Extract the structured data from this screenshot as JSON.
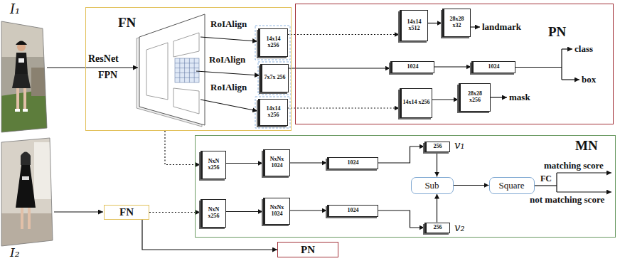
{
  "diagram": {
    "nodes": [
      {
        "text": [
          "FN"
        ]
      },
      {
        "text": [
          "14x14 x256"
        ],
        "in": 0
      },
      {
        "text": [
          "7x7x 256"
        ],
        "in": 0
      },
      {
        "text": [
          "14x14 x256"
        ],
        "in": 0
      },
      {
        "text": [
          "PN"
        ]
      },
      {
        "text": [
          "14x14 x512"
        ],
        "in": 4
      },
      {
        "text": [
          "28x28 x32"
        ],
        "in": 4
      },
      {
        "text": [
          "1024"
        ],
        "in": 4
      },
      {
        "text": [
          "1024"
        ],
        "in": 4
      },
      {
        "text": [
          "14x14 x256"
        ],
        "in": 4
      },
      {
        "text": [
          "28x28 x256"
        ],
        "in": 4
      },
      {
        "text": [
          "MN"
        ]
      },
      {
        "text": [
          "NxN x256"
        ],
        "in": 11
      },
      {
        "text": [
          "NxNx 1024"
        ],
        "in": 11
      },
      {
        "text": [
          "1024"
        ],
        "in": 11
      },
      {
        "text": [
          "256"
        ],
        "in": 11
      },
      {
        "text": [
          "Sub"
        ],
        "in": 11
      },
      {
        "text": [
          "Square"
        ],
        "in": 11
      },
      {
        "text": [
          "NxN x256"
        ],
        "in": 11
      },
      {
        "text": [
          "NxNx 1024"
        ],
        "in": 11
      },
      {
        "text": [
          "1024"
        ],
        "in": 11
      },
      {
        "text": [
          "256"
        ],
        "in": 11
      },
      {
        "text": [
          "FN"
        ]
      },
      {
        "text": [
          "PN"
        ]
      }
    ],
    "edges": [
      {
        "from": 1,
        "to": 5,
        "arrow": "to"
      },
      {
        "from": 5,
        "to": 6,
        "arrow": "to"
      },
      {
        "from": 2,
        "to": 7,
        "arrow": "to"
      },
      {
        "from": 7,
        "to": 8,
        "arrow": "to"
      },
      {
        "from": 3,
        "to": 9,
        "arrow": "to"
      },
      {
        "from": 9,
        "to": 10,
        "arrow": "to"
      },
      {
        "from": 0,
        "to": 12,
        "arrow": "to"
      },
      {
        "from": 12,
        "to": 13,
        "arrow": "to"
      },
      {
        "from": 13,
        "to": 14,
        "arrow": "to"
      },
      {
        "from": 14,
        "to": 15,
        "arrow": "to"
      },
      {
        "from": 15,
        "to": 16,
        "arrow": "to"
      },
      {
        "from": 16,
        "to": 17,
        "arrow": "to"
      },
      {
        "from": 22,
        "to": 18,
        "arrow": "to"
      },
      {
        "from": 18,
        "to": 19,
        "arrow": "to"
      },
      {
        "from": 19,
        "to": 20,
        "arrow": "to"
      },
      {
        "from": 20,
        "to": 21,
        "arrow": "to"
      },
      {
        "from": 21,
        "to": 16,
        "arrow": "to"
      },
      {
        "from": 22,
        "to": 23,
        "arrow": "to"
      }
    ],
    "labels": [
      "I₁",
      "ResNet",
      "FPN",
      "RoIAlign",
      "RoIAlign",
      "RoIAlign",
      "landmark",
      "class",
      "box",
      "mask",
      "v₁",
      "matching score",
      "FC",
      "not matching score",
      "v₂",
      "I₂"
    ]
  }
}
